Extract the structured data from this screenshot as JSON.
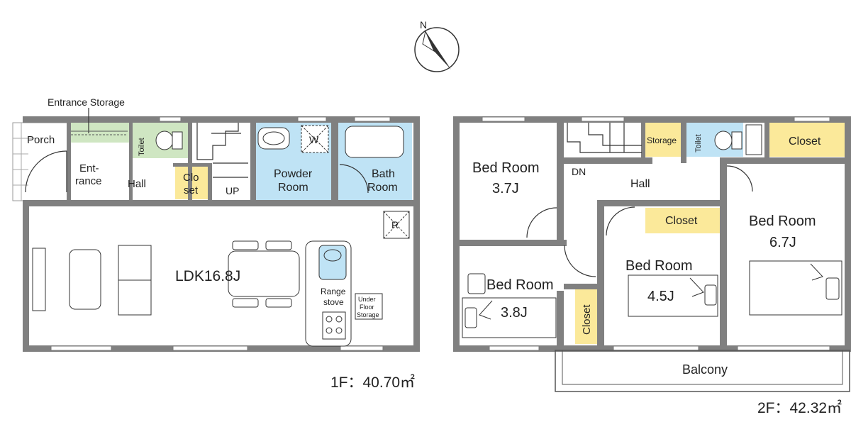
{
  "compass": {
    "letter": "N"
  },
  "floor1": {
    "area_label": "1F：40.70㎡",
    "rooms": {
      "entrance_storage": "Entrance Storage",
      "porch": "Porch",
      "entrance_line1": "Ent-",
      "entrance_line2": "rance",
      "toilet": "Toilet",
      "hall": "Hall",
      "closet_line1": "Clo",
      "closet_line2": "set",
      "stairs_up": "UP",
      "powder_line1": "Powder",
      "powder_line2": "Room",
      "washer": "W",
      "bath_line1": "Bath",
      "bath_line2": "Room",
      "ldk": "LDK16.8J",
      "refrigerator": "R",
      "range_line1": "Range",
      "range_line2": "stove",
      "under_line1": "Under",
      "under_line2": "Floor",
      "under_line3": "Storage"
    }
  },
  "floor2": {
    "area_label": "2F：42.32㎡",
    "rooms": {
      "bed1_line1": "Bed Room",
      "bed1_line2": "3.7J",
      "stairs_down": "DN",
      "storage": "Storage",
      "toilet": "Toilet",
      "closet_top": "Closet",
      "hall": "Hall",
      "bed_big_line1": "Bed Room",
      "bed_big_line2": "6.7J",
      "closet_mid": "Closet",
      "bed_mid_line1": "Bed Room",
      "bed_mid_line2": "4.5J",
      "bed_small_line1": "Bed Room",
      "bed_small_line2": "3.8J",
      "closet_vertical": "Closet",
      "balcony": "Balcony"
    }
  },
  "colors": {
    "wall": "#808080",
    "wet_area": "#bfe3f5",
    "toilet_area": "#cfe6c2",
    "closet": "#fbe99a",
    "line": "#333333"
  }
}
